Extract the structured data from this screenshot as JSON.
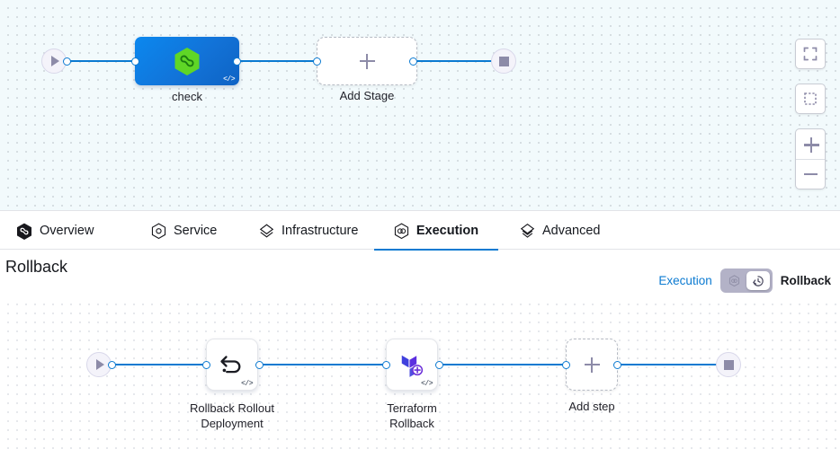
{
  "top_canvas": {
    "start_node": "start-node",
    "end_node": "end-node",
    "stage": {
      "label": "check",
      "icon": "harness-hexagon-icon",
      "badge": "</>"
    },
    "add_stage": {
      "label": "Add Stage",
      "icon": "plus-icon"
    },
    "controls": {
      "fullscreen_label": "fullscreen-icon",
      "select_label": "marquee-select-icon",
      "zoom_in_label": "+",
      "zoom_out_label": "−"
    }
  },
  "tabs": [
    {
      "label": "Overview",
      "icon": "harness-hexagon-icon",
      "active": false
    },
    {
      "label": "Service",
      "icon": "service-hexagon-icon",
      "active": false
    },
    {
      "label": "Infrastructure",
      "icon": "infrastructure-layers-icon",
      "active": false
    },
    {
      "label": "Execution",
      "icon": "execution-icon",
      "active": true
    },
    {
      "label": "Advanced",
      "icon": "advanced-layers-icon",
      "active": false
    }
  ],
  "rollback_header": {
    "title": "Rollback",
    "toggle_left_label": "Execution",
    "toggle_right_label": "Rollback",
    "toggle_state": "rollback",
    "left_icon": "execution-icon",
    "right_icon": "rollback-clock-icon"
  },
  "rollback_pipeline": {
    "steps": [
      {
        "label": "Rollback Rollout\nDeployment",
        "line1": "Rollback Rollout",
        "line2": "Deployment",
        "icon": "undo-arrow-icon",
        "badge": "</>"
      },
      {
        "label": "Terraform\nRollback",
        "line1": "Terraform",
        "line2": "Rollback",
        "icon": "terraform-icon",
        "badge": "</>"
      }
    ],
    "add_step": {
      "label": "Add step",
      "icon": "plus-icon"
    }
  },
  "colors": {
    "accent_blue": "#0b7ad1",
    "stage_blue": "#1273d8",
    "harness_green": "#5fd626",
    "terraform_purple": "#4040dd",
    "node_grey": "#8d8ba8",
    "canvas_top_bg": "#f2fafc"
  }
}
